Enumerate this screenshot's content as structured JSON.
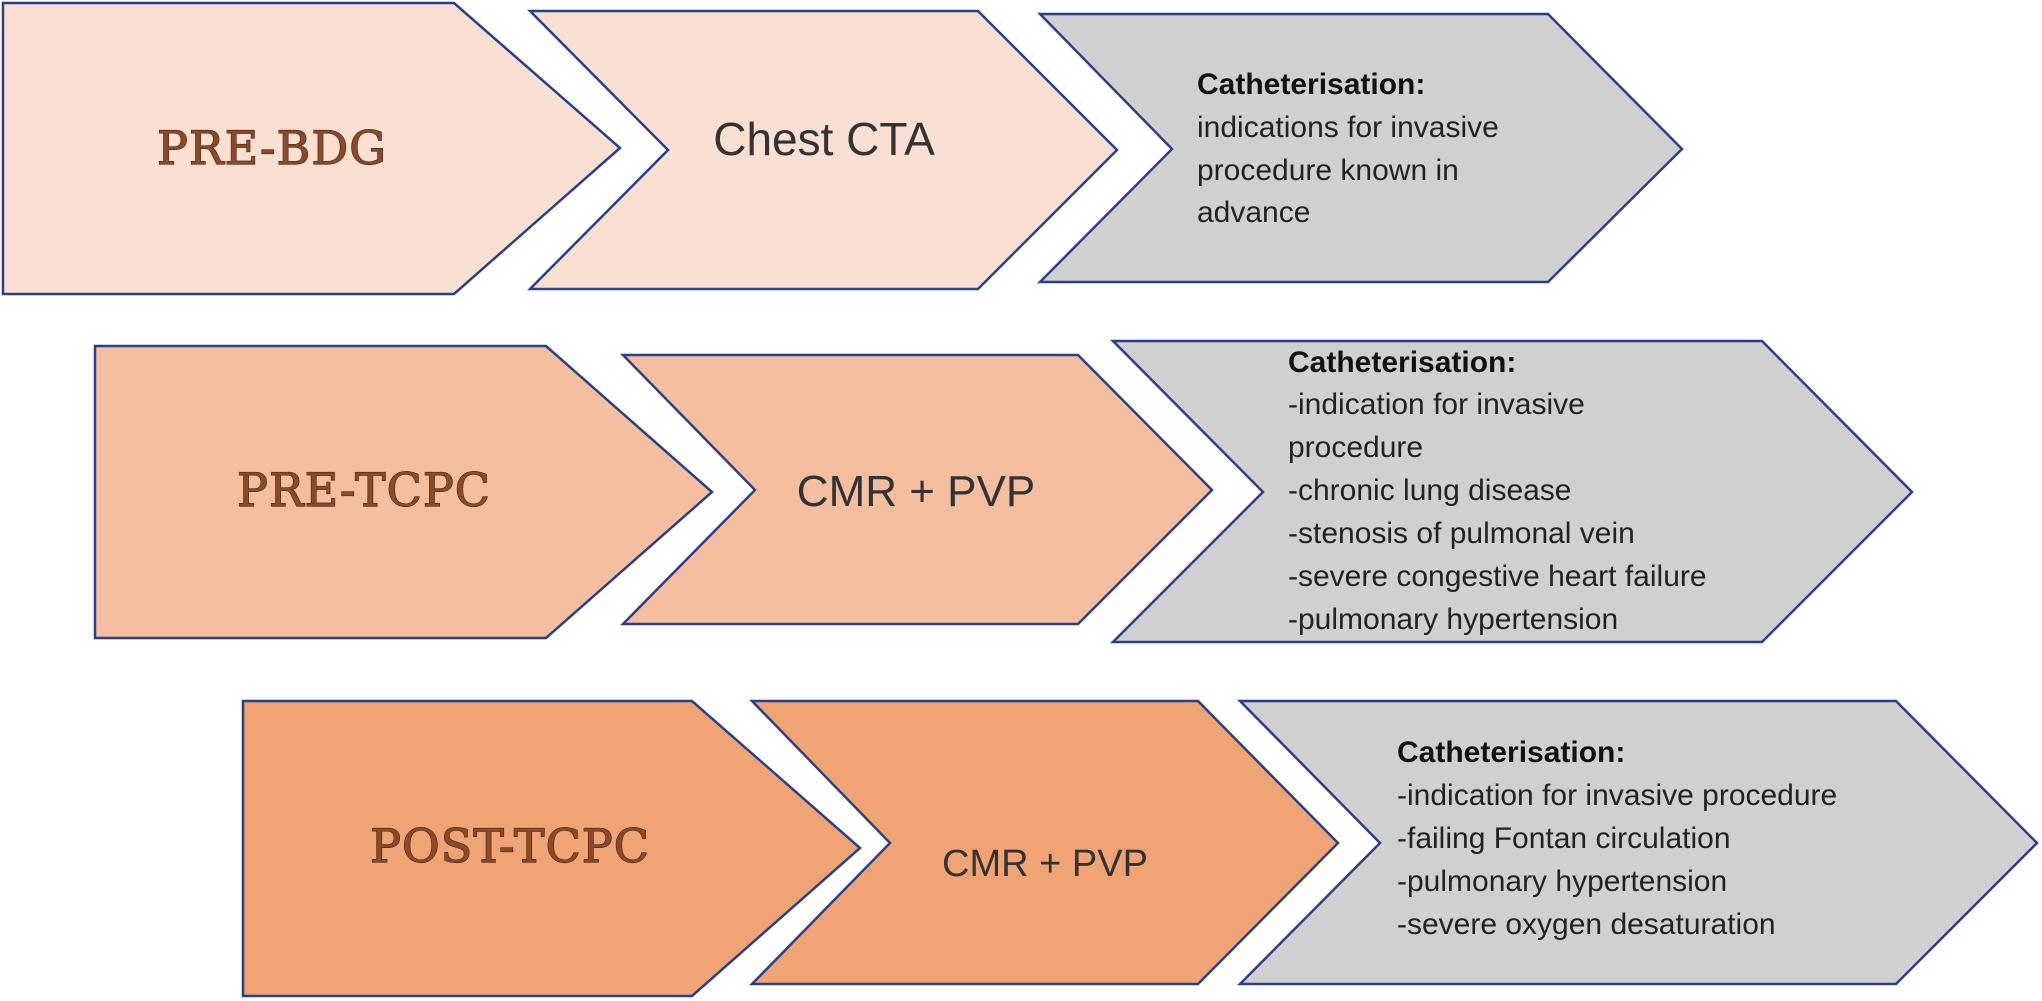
{
  "rows": [
    {
      "stage": "PRE-BDG",
      "imaging": "Chest CTA",
      "cath_title": "Catheterisation:",
      "cath_lines": [
        "indications for invasive",
        "procedure known in",
        "advance"
      ]
    },
    {
      "stage": "PRE-TCPC",
      "imaging": "CMR + PVP",
      "cath_title": "Catheterisation:",
      "cath_lines": [
        "-indication for invasive",
        "procedure",
        "-chronic lung disease",
        "-stenosis of pulmonal vein",
        "-severe congestive heart failure",
        "-pulmonary hypertension"
      ]
    },
    {
      "stage": "POST-TCPC",
      "imaging": "CMR + PVP",
      "cath_title": "Catheterisation:",
      "cath_lines": [
        "-indication for invasive procedure",
        "-failing Fontan circulation",
        "-pulmonary hypertension",
        "-severe oxygen desaturation"
      ]
    }
  ],
  "colors": {
    "row1": "#f9e0d3",
    "row2": "#f5bf9f",
    "row3": "#f0a474",
    "cath": "#d0d0d0",
    "outline": "#2a3f8a"
  }
}
